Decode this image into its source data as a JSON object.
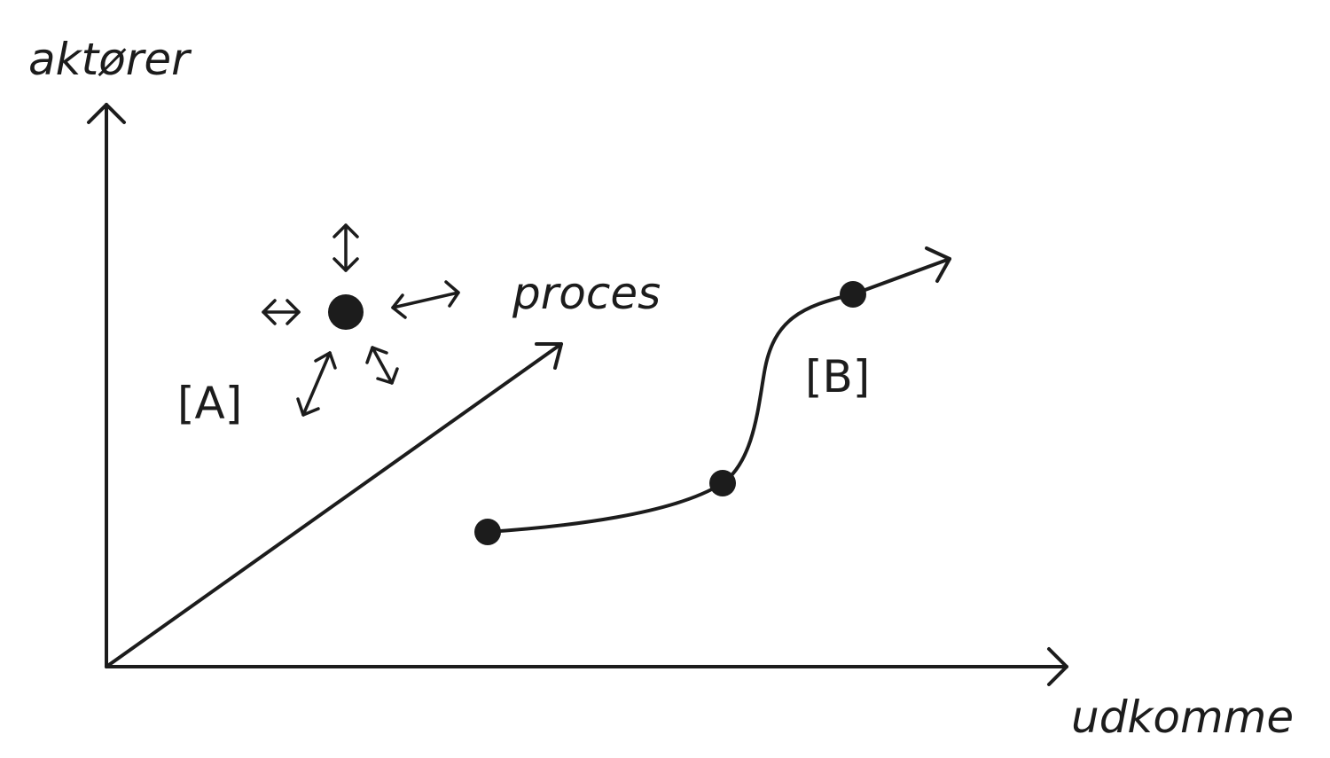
{
  "labels": {
    "y_axis": "aktører",
    "x_axis": "udkomme",
    "diagonal": "proces",
    "region_a": "[A]",
    "region_b": "[B]"
  },
  "colors": {
    "ink": "#1c1c1c",
    "background": "#ffffff"
  }
}
